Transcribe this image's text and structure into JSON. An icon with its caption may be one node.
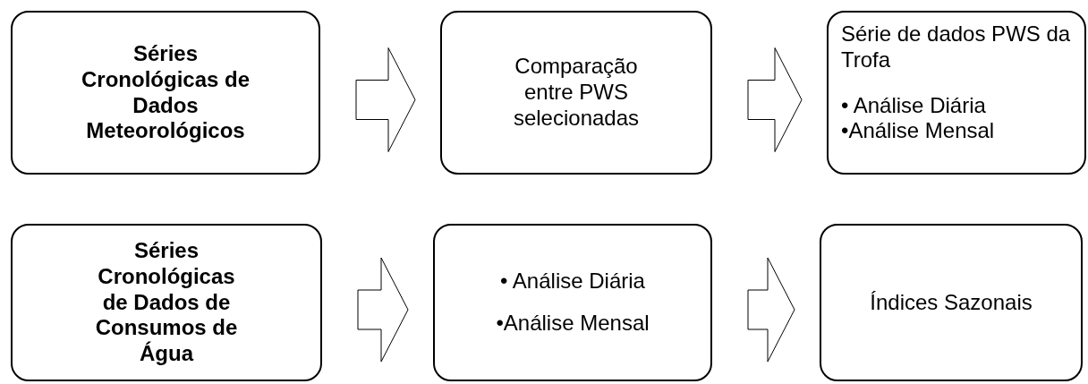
{
  "diagram": {
    "nodes": [
      {
        "text": [
          "Séries Cronológicas de Dados Meteorológicos"
        ]
      },
      {
        "text": [
          "Comparação entre PWS selecionadas"
        ]
      },
      {
        "text": [
          "Série de dados PWS da Trofa",
          "• Análise Diária",
          "•Análise Mensal"
        ]
      },
      {
        "text": [
          "Séries Cronológicas de Dados de Consumos de Água"
        ]
      },
      {
        "text": [
          "• Análise Diária",
          "•Análise Mensal"
        ]
      },
      {
        "text": [
          "Índices Sazonais"
        ]
      }
    ],
    "edges": [
      {
        "from": 0,
        "to": 1,
        "arrow": "to"
      },
      {
        "from": 1,
        "to": 2,
        "arrow": "to"
      },
      {
        "from": 3,
        "to": 4,
        "arrow": "to"
      },
      {
        "from": 4,
        "to": 5,
        "arrow": "to"
      }
    ]
  }
}
